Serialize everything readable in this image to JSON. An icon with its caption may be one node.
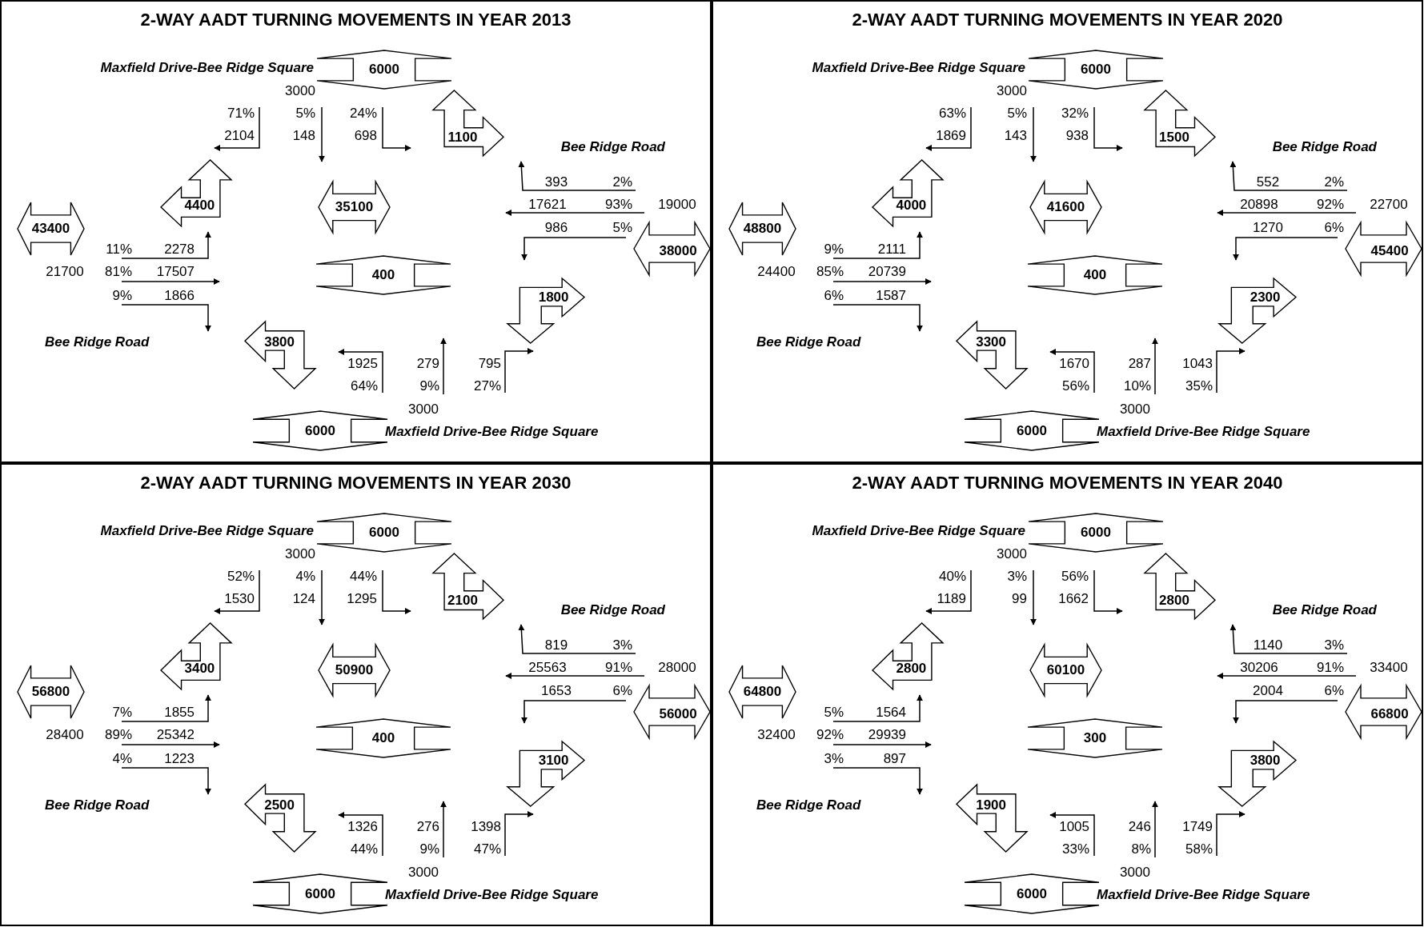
{
  "diagram": {
    "nodes": [
      {
        "text": [
          "2-WAY AADT TURNING MOVEMENTS IN YEAR 2013"
        ]
      },
      {
        "text": [
          "6000"
        ],
        "in": 0
      },
      {
        "text": [
          "1100"
        ],
        "in": 0
      },
      {
        "text": [
          "4400"
        ],
        "in": 0
      },
      {
        "text": [
          "35100"
        ],
        "in": 0
      },
      {
        "text": [
          "43400"
        ],
        "in": 0
      },
      {
        "text": [
          "38000"
        ],
        "in": 0
      },
      {
        "text": [
          "400"
        ],
        "in": 0
      },
      {
        "text": [
          "1800"
        ],
        "in": 0
      },
      {
        "text": [
          "3800"
        ],
        "in": 0
      },
      {
        "text": [
          "6000"
        ],
        "in": 0
      },
      {
        "text": [
          "2-WAY AADT TURNING MOVEMENTS IN YEAR 2020"
        ]
      },
      {
        "text": [
          "6000"
        ],
        "in": 11
      },
      {
        "text": [
          "1500"
        ],
        "in": 11
      },
      {
        "text": [
          "4000"
        ],
        "in": 11
      },
      {
        "text": [
          "41600"
        ],
        "in": 11
      },
      {
        "text": [
          "48800"
        ],
        "in": 11
      },
      {
        "text": [
          "45400"
        ],
        "in": 11
      },
      {
        "text": [
          "400"
        ],
        "in": 11
      },
      {
        "text": [
          "2300"
        ],
        "in": 11
      },
      {
        "text": [
          "3300"
        ],
        "in": 11
      },
      {
        "text": [
          "6000"
        ],
        "in": 11
      },
      {
        "text": [
          "2-WAY AADT TURNING MOVEMENTS IN YEAR 2030"
        ]
      },
      {
        "text": [
          "6000"
        ],
        "in": 22
      },
      {
        "text": [
          "2100"
        ],
        "in": 22
      },
      {
        "text": [
          "3400"
        ],
        "in": 22
      },
      {
        "text": [
          "50900"
        ],
        "in": 22
      },
      {
        "text": [
          "56800"
        ],
        "in": 22
      },
      {
        "text": [
          "56000"
        ],
        "in": 22
      },
      {
        "text": [
          "400"
        ],
        "in": 22
      },
      {
        "text": [
          "3100"
        ],
        "in": 22
      },
      {
        "text": [
          "2500"
        ],
        "in": 22
      },
      {
        "text": [
          "6000"
        ],
        "in": 22
      },
      {
        "text": [
          "2-WAY AADT TURNING MOVEMENTS IN YEAR 2040"
        ]
      },
      {
        "text": [
          "6000"
        ],
        "in": 33
      },
      {
        "text": [
          "2800"
        ],
        "in": 33
      },
      {
        "text": [
          "2800"
        ],
        "in": 33
      },
      {
        "text": [
          "60100"
        ],
        "in": 33
      },
      {
        "text": [
          "64800"
        ],
        "in": 33
      },
      {
        "text": [
          "66800"
        ],
        "in": 33
      },
      {
        "text": [
          "300"
        ],
        "in": 33
      },
      {
        "text": [
          "3800"
        ],
        "in": 33
      },
      {
        "text": [
          "1900"
        ],
        "in": 33
      },
      {
        "text": [
          "6000"
        ],
        "in": 33
      }
    ],
    "labels": [
      "Maxfield Drive-Bee Ridge Square",
      "3000",
      "71%",
      "5%",
      "24%",
      "2104",
      "148",
      "698",
      "Bee Ridge Road",
      "393",
      "2%",
      "17621",
      "93%",
      "19000",
      "986",
      "5%",
      "11%",
      "2278",
      "21700",
      "81%",
      "17507",
      "9%",
      "1866",
      "Bee Ridge Road",
      "1925",
      "279",
      "795",
      "64%",
      "9%",
      "27%",
      "3000",
      "Maxfield Drive-Bee Ridge Square",
      "Maxfield Drive-Bee Ridge Square",
      "3000",
      "63%",
      "5%",
      "32%",
      "1869",
      "143",
      "938",
      "Bee Ridge Road",
      "552",
      "2%",
      "20898",
      "92%",
      "22700",
      "1270",
      "6%",
      "9%",
      "2111",
      "24400",
      "85%",
      "20739",
      "6%",
      "1587",
      "Bee Ridge Road",
      "1670",
      "287",
      "1043",
      "56%",
      "10%",
      "35%",
      "3000",
      "Maxfield Drive-Bee Ridge Square",
      "Maxfield Drive-Bee Ridge Square",
      "3000",
      "52%",
      "4%",
      "44%",
      "1530",
      "124",
      "1295",
      "Bee Ridge Road",
      "819",
      "3%",
      "25563",
      "91%",
      "28000",
      "1653",
      "6%",
      "7%",
      "1855",
      "28400",
      "89%",
      "25342",
      "4%",
      "1223",
      "Bee Ridge Road",
      "1326",
      "276",
      "1398",
      "44%",
      "9%",
      "47%",
      "3000",
      "Maxfield Drive-Bee Ridge Square",
      "Maxfield Drive-Bee Ridge Square",
      "3000",
      "40%",
      "3%",
      "56%",
      "1189",
      "99",
      "1662",
      "Bee Ridge Road",
      "1140",
      "3%",
      "30206",
      "91%",
      "33400",
      "2004",
      "6%",
      "5%",
      "1564",
      "32400",
      "92%",
      "29939",
      "3%",
      "897",
      "Bee Ridge Road",
      "1005",
      "246",
      "1749",
      "33%",
      "8%",
      "58%",
      "3000",
      "Maxfield Drive-Bee Ridge Square"
    ]
  }
}
